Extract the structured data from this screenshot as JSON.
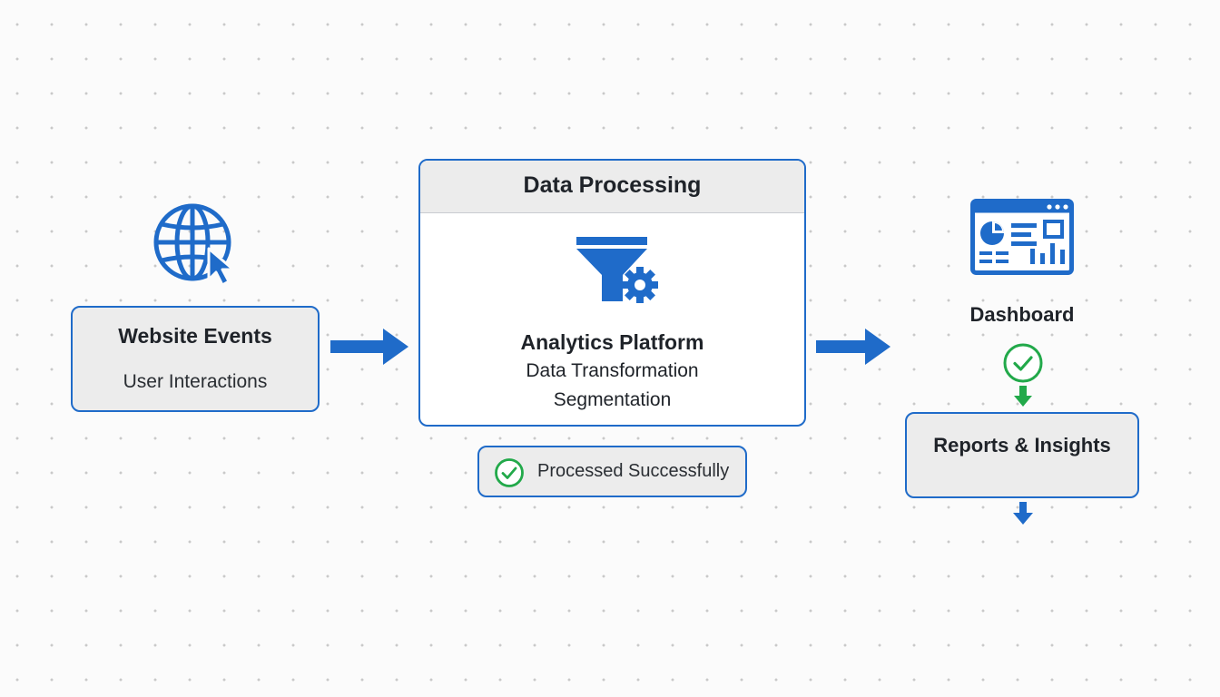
{
  "source": {
    "title": "Website Events",
    "subtitle": "User Interactions",
    "icon": "globe-cursor-icon"
  },
  "processing": {
    "header": "Data Processing",
    "icon": "funnel-gear-icon",
    "platform": "Analytics Platform",
    "line1": "Data Transformation",
    "line2": "Segmentation",
    "status": "Processed Successfully",
    "status_icon": "check-circle-icon"
  },
  "output": {
    "dashboard_label": "Dashboard",
    "dashboard_icon": "dashboard-icon",
    "reports_label": "Reports & Insights",
    "status_icon": "check-circle-icon"
  },
  "colors": {
    "accent": "#1f6bc9",
    "success": "#22a94a",
    "box_fill": "#ececec"
  }
}
